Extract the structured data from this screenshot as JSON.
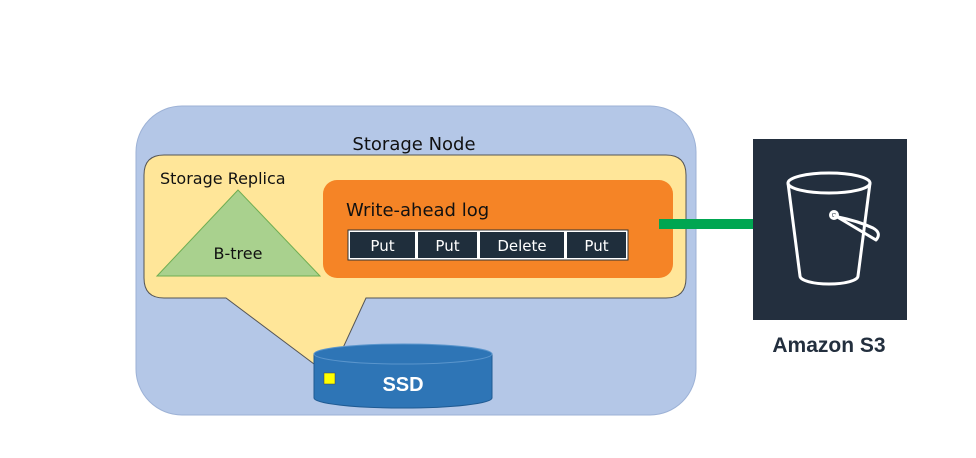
{
  "diagram": {
    "storage_node_label": "Storage Node",
    "storage_replica_label": "Storage Replica",
    "btree_label": "B-tree",
    "wal_label": "Write-ahead log",
    "log_entries": [
      "Put",
      "Put",
      "Delete",
      "Put"
    ],
    "ssd_label": "SSD",
    "s3_label": "Amazon S3"
  },
  "colors": {
    "storage_node_fill": "#b4c7e7",
    "storage_replica_fill": "#ffe699",
    "btree_fill": "#a9d18e",
    "wal_fill": "#f58426",
    "log_entry_fill": "#1f2e3c",
    "ssd_fill": "#2e75b6",
    "ssd_marker": "#ffff00",
    "arrow": "#00a651",
    "s3_tile": "#232f3e"
  }
}
